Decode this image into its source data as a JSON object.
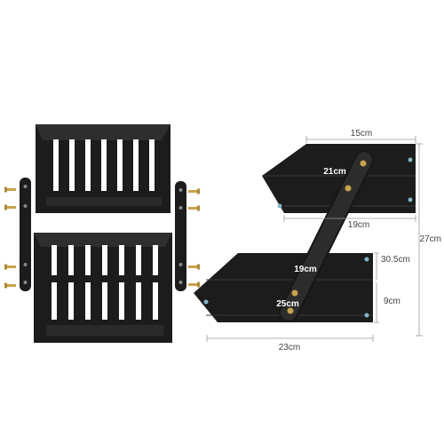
{
  "colors": {
    "background": "#ffffff",
    "wood": "#1c1c1c",
    "wood_edge": "#2e2e2e",
    "dimension_line": "#9a9a9a",
    "dimension_text": "#444444",
    "screw": "#c9a24a"
  },
  "dimensions": {
    "top_shelf_top_width": "15cm",
    "top_shelf_inner_width": "21cm",
    "top_shelf_bottom_width": "19cm",
    "total_height": "27cm",
    "bottom_shelf_inner_width": "19cm",
    "bottom_shelf_side_height": "30.5cm",
    "bottom_shelf_inner_length": "25cm",
    "bottom_shelf_front_height": "9cm",
    "bottom_shelf_base_width": "23cm"
  }
}
